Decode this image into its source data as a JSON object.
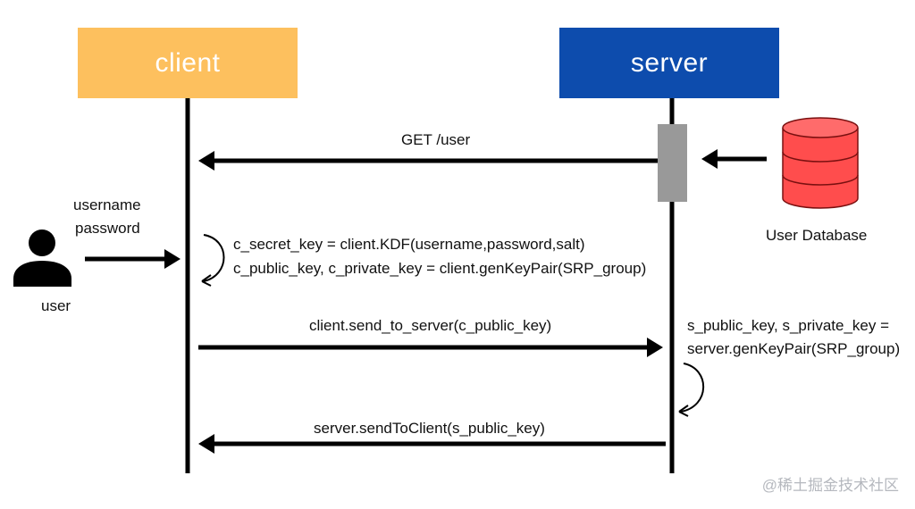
{
  "actors": {
    "client": "client",
    "server": "server"
  },
  "user": {
    "label": "user",
    "credentials_line1": "username",
    "credentials_line2": "password"
  },
  "database": {
    "label": "User Database",
    "color": "#ff4d4d"
  },
  "messages": {
    "get_user": "GET /user",
    "client_compute_line1": "c_secret_key = client.KDF(username,password,salt)",
    "client_compute_line2": "c_public_key, c_private_key = client.genKeyPair(SRP_group)",
    "send_to_server": "client.send_to_server(c_public_key)",
    "server_compute_line1": "s_public_key, s_private_key =",
    "server_compute_line2": "server.genKeyPair(SRP_group)",
    "send_to_client": "server.sendToClient(s_public_key)"
  },
  "watermark": "@稀土掘金技术社区",
  "colors": {
    "client": "#fdc05e",
    "server": "#0d4cad",
    "activation": "#999999"
  }
}
